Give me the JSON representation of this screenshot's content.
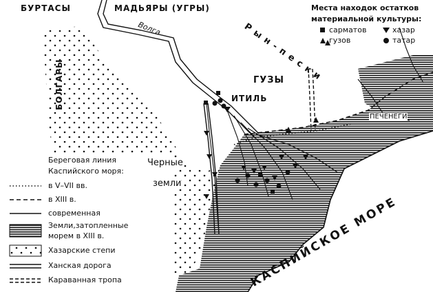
{
  "map": {
    "regions": {
      "burtasy": "БУРТАСЫ",
      "madyary": "МАДЬЯРЫ (УГРЫ)",
      "bolgary": "БОЛГАРЫ",
      "guzy": "ГУЗЫ",
      "ryn_peski": "Р ы н - п е с к и",
      "pechenegi": "ПЕЧЕНЕГИ",
      "chernye_zemli_1": "Черные",
      "chernye_zemli_2": "земли",
      "kaspiyskoe_more": "КАСПИЙСКОЕ МОРЕ"
    },
    "places": {
      "itil": "ИТИЛЬ",
      "volga": "Волга"
    }
  },
  "finds_legend": {
    "title_line1": "Места находок остатков",
    "title_line2": "материальной культуры:",
    "items": [
      {
        "symbol": "square",
        "label": "сарматов"
      },
      {
        "symbol": "triangle-down",
        "label": "хазар"
      },
      {
        "symbol": "triangle-up",
        "label": "гузов"
      },
      {
        "symbol": "circle",
        "label": "татар"
      }
    ]
  },
  "shore_legend": {
    "title_line1": "Береговая линия",
    "title_line2": "Каспийского моря:",
    "items": [
      {
        "style": "dotted",
        "label": "в V–VII вв."
      },
      {
        "style": "dashed",
        "label": "в XIII в."
      },
      {
        "style": "solid",
        "label": "современная"
      }
    ]
  },
  "area_legend": {
    "items": [
      {
        "style": "hatched",
        "label_line1": "Земли,затопленные",
        "label_line2": "морем в XIII в."
      },
      {
        "style": "dots",
        "label_line1": "Хазарские степи",
        "label_line2": ""
      },
      {
        "style": "double-line",
        "label_line1": "Ханская дорога",
        "label_line2": ""
      },
      {
        "style": "double-dashed",
        "label_line1": "Караванная тропа",
        "label_line2": ""
      }
    ]
  },
  "colors": {
    "ink": "#111111",
    "paper": "#ffffff"
  }
}
